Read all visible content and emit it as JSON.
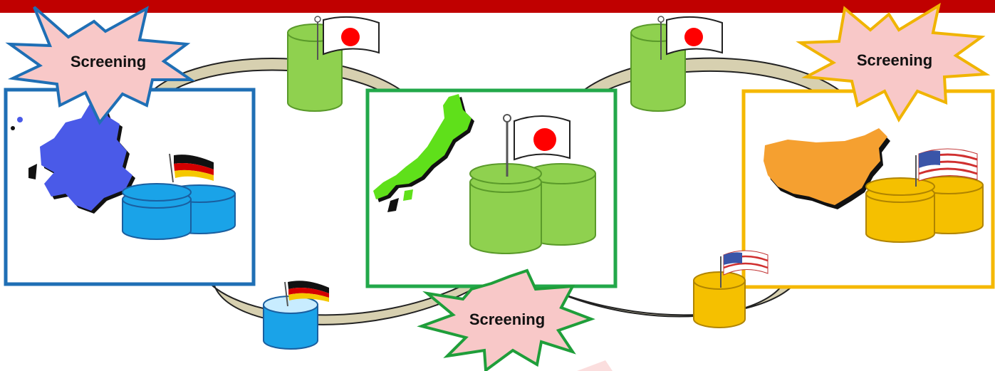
{
  "diagram": {
    "screenings": [
      {
        "label": "Screening",
        "color": "#1f6fb5"
      },
      {
        "label": "Screening",
        "color": "#1f9e3a"
      },
      {
        "label": "Screening",
        "color": "#f0b400"
      }
    ],
    "regions": [
      {
        "region": "europe",
        "flag": "germany",
        "frame_color": "#1f6fb5",
        "map_color": "#4a5ae8",
        "db_color": "#1aa3e8"
      },
      {
        "region": "japan",
        "flag": "japan",
        "frame_color": "#22a84a",
        "map_color": "#5fe01a",
        "db_color": "#8fd14f"
      },
      {
        "region": "usa",
        "flag": "usa",
        "frame_color": "#f5b800",
        "map_color": "#f5a030",
        "db_color": "#f5c000"
      }
    ],
    "colors": {
      "top_bar": "#c00000",
      "burst_fill": "#f8c8c8",
      "arrow_fill": "#d7d0b0"
    }
  }
}
